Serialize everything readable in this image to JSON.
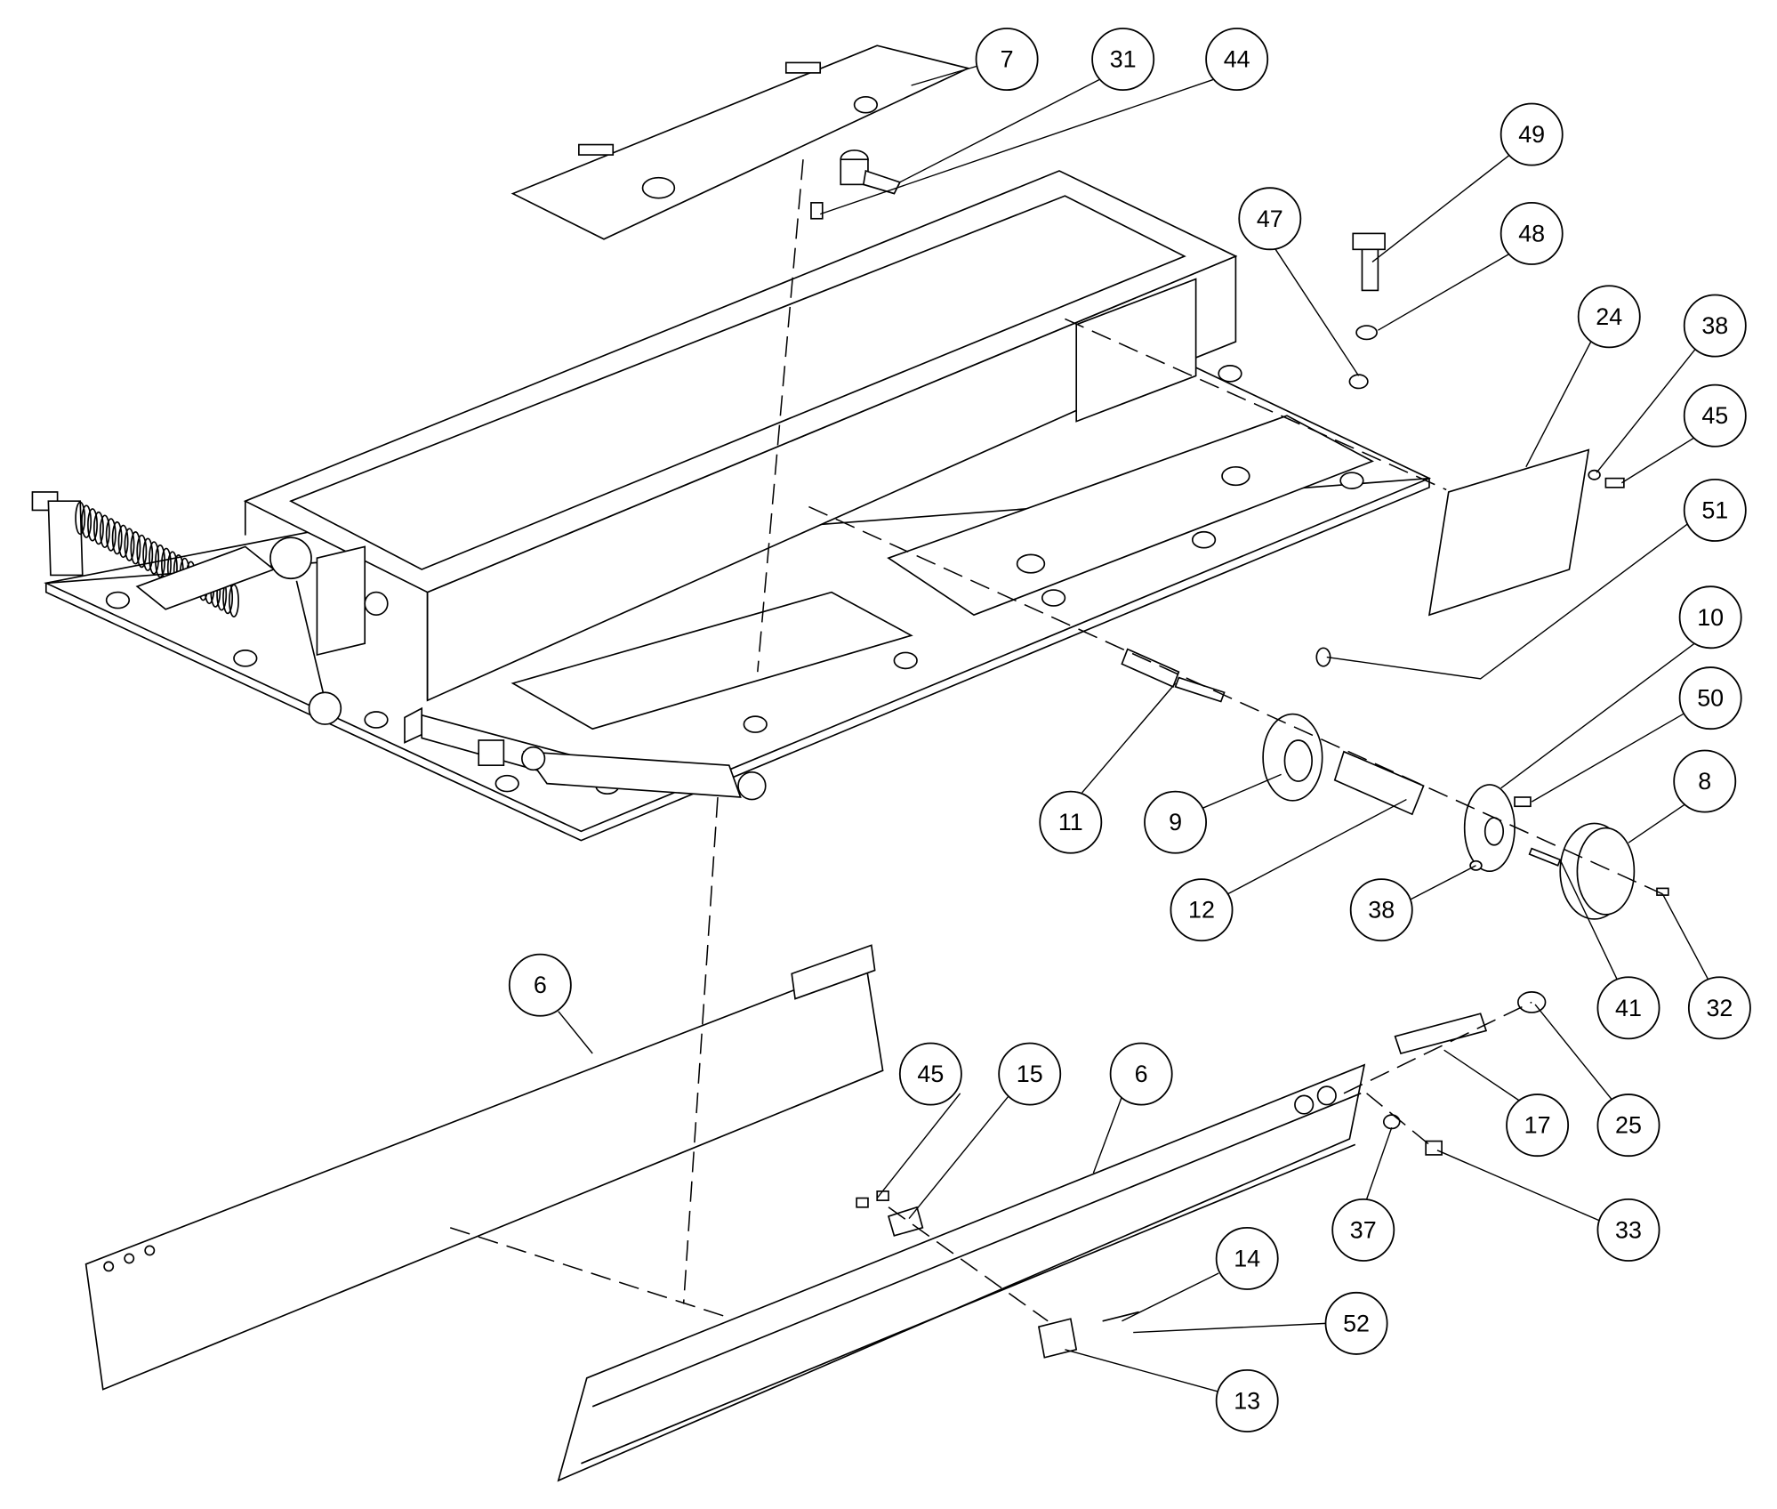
{
  "title": "Exploded assembly view",
  "balloons": [
    "7",
    "31",
    "44",
    "49",
    "48",
    "47",
    "24",
    "38",
    "45",
    "51",
    "10",
    "50",
    "8",
    "11",
    "9",
    "12",
    "38",
    "41",
    "32",
    "6",
    "45",
    "15",
    "6",
    "17",
    "25",
    "37",
    "33",
    "14",
    "52",
    "13"
  ]
}
